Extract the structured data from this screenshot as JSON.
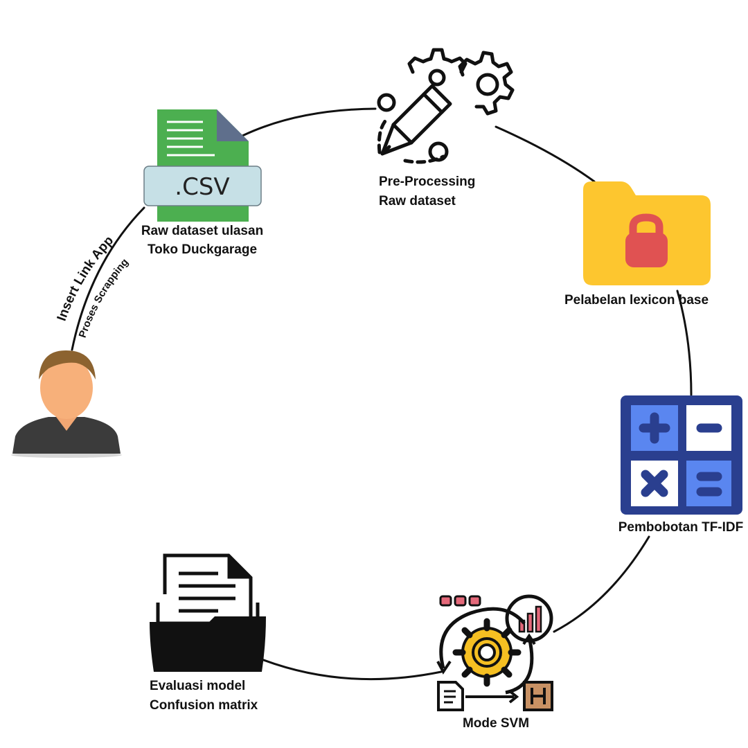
{
  "nodes": {
    "user": {
      "icon": "user-avatar-icon"
    },
    "raw_dataset": {
      "icon": "csv-file-icon",
      "file_ext": ".CSV",
      "line1": "Raw dataset ulasan",
      "line2": "Toko Duckgarage"
    },
    "preprocessing": {
      "icon": "pencil-gears-icon",
      "line1": "Pre-Processing",
      "line2": "Raw dataset"
    },
    "labeling": {
      "icon": "locked-folder-icon",
      "line1": "Pelabelan lexicon base"
    },
    "tfidf": {
      "icon": "calculator-icon",
      "line1": "Pembobotan TF-IDF"
    },
    "svm": {
      "icon": "gear-process-icon",
      "line1": "Mode SVM"
    },
    "evaluation": {
      "icon": "document-folder-icon",
      "line1": "Evaluasi model",
      "line2": "Confusion matrix"
    }
  },
  "edges": {
    "scrape_outer": "Insert Link App",
    "scrape_inner": "Proses Scrapping"
  },
  "colors": {
    "csv_green": "#4caf50",
    "csv_band": "#c6e0e6",
    "folder_yellow": "#fdc62f",
    "lock_red": "#e05252",
    "calc_dark": "#2a3f8f",
    "calc_light": "#5a86f0",
    "gear_yellow": "#f5bf22",
    "chart_pink": "#e5697a"
  }
}
